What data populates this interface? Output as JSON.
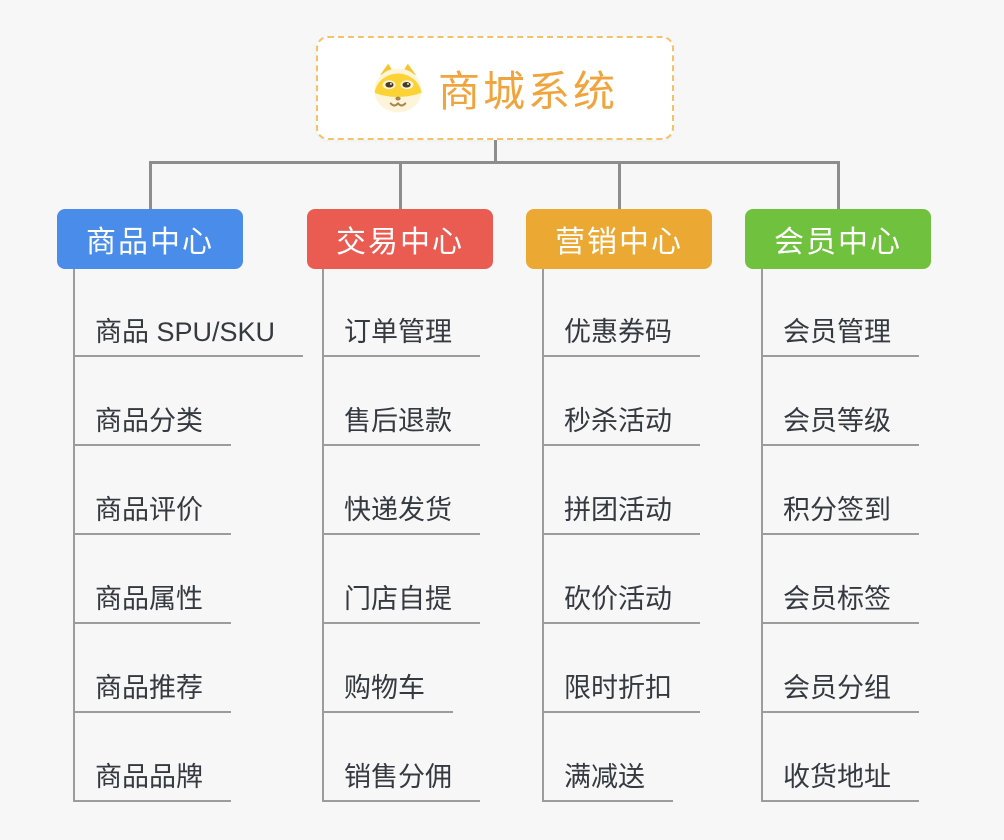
{
  "root": {
    "title": "商城系统",
    "icon": "dog-face-icon",
    "title_color": "#f0a43e",
    "border_color": "#f5c169"
  },
  "connector_color": "#8d8d8d",
  "page_background": "#f7f7f7",
  "branches": [
    {
      "label": "商品中心",
      "color": "#4a8cea",
      "items": [
        "商品 SPU/SKU",
        "商品分类",
        "商品评价",
        "商品属性",
        "商品推荐",
        "商品品牌"
      ]
    },
    {
      "label": "交易中心",
      "color": "#ea5b52",
      "items": [
        "订单管理",
        "售后退款",
        "快递发货",
        "门店自提",
        "购物车",
        "销售分佣"
      ]
    },
    {
      "label": "营销中心",
      "color": "#eba832",
      "items": [
        "优惠券码",
        "秒杀活动",
        "拼团活动",
        "砍价活动",
        "限时折扣",
        "满减送"
      ]
    },
    {
      "label": "会员中心",
      "color": "#6fc13e",
      "items": [
        "会员管理",
        "会员等级",
        "积分签到",
        "会员标签",
        "会员分组",
        "收货地址"
      ]
    }
  ]
}
